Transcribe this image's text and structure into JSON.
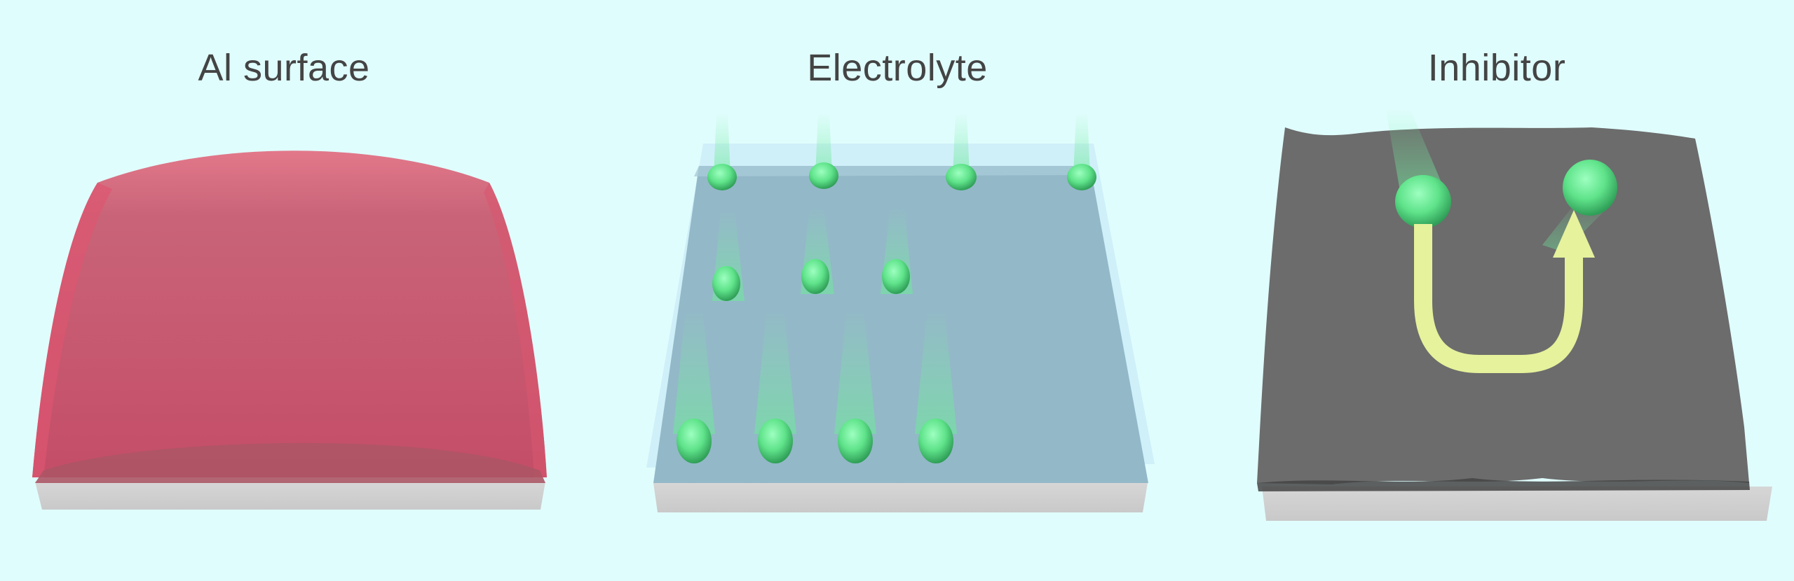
{
  "panels": [
    {
      "id": "al-surface",
      "title": "Al surface",
      "color": "#c44d67"
    },
    {
      "id": "electrolyte",
      "title": "Electrolyte",
      "color": "#92b8c8"
    },
    {
      "id": "inhibitor",
      "title": "Inhibitor",
      "color": "#6c6c6c"
    }
  ],
  "colors": {
    "background": "#e0fdfd",
    "title_text": "#444444",
    "base_slab": "#cccccc",
    "ion_green": "#5fe38a",
    "arrow": "#e6f29c"
  },
  "electrolyte_ions": {
    "rows": [
      {
        "count": 4
      },
      {
        "count": 3
      },
      {
        "count": 4
      }
    ]
  }
}
